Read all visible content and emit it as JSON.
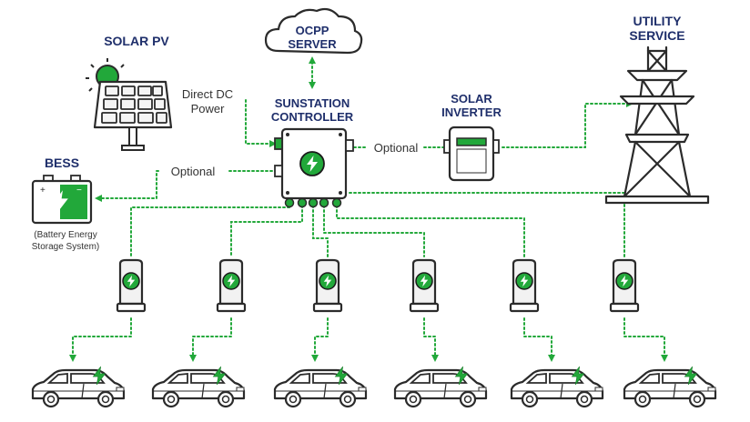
{
  "labels": {
    "solar_pv": "SOLAR PV",
    "ocpp_line1": "OCPP",
    "ocpp_line2": "SERVER",
    "utility_line1": "UTILITY",
    "utility_line2": "SERVICE",
    "controller_line1": "SUNSTATION",
    "controller_line2": "CONTROLLER",
    "inverter_line1": "SOLAR",
    "inverter_line2": "INVERTER",
    "bess": "BESS",
    "bess_desc_line1": "(Battery Energy",
    "bess_desc_line2": "Storage System)",
    "direct_dc_line1": "Direct DC",
    "direct_dc_line2": "Power",
    "optional_inverter": "Optional",
    "optional_bess": "Optional"
  },
  "colors": {
    "accent_green": "#22a83a",
    "title_navy": "#1f2f6b",
    "outline": "#2b2b2b"
  },
  "icons": {
    "bolt": "lightning-bolt-icon",
    "car": "electric-car-icon",
    "charger": "ev-charger-icon"
  }
}
